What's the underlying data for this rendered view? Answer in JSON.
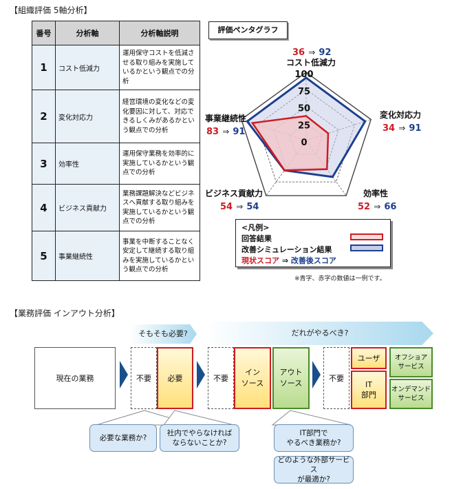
{
  "section1_title": "【組織評価 5軸分析】",
  "table": {
    "headers": [
      "番号",
      "分析軸",
      "分析軸説明"
    ],
    "rows": [
      {
        "num": "1",
        "name": "コスト低減力",
        "desc": "運用保守コストを低減させる取り組みを実施しているかという観点での分析"
      },
      {
        "num": "2",
        "name": "変化対応力",
        "desc": "経営環境の変化などの変化要因に対して、対応できるしくみがあるかという観点での分析"
      },
      {
        "num": "3",
        "name": "効率性",
        "desc": "運用保守業務を効率的に実施しているかという観点での分析"
      },
      {
        "num": "4",
        "name": "ビジネス貢献力",
        "desc": "業務課題解決などビジネスへ貢献する取り組みを実施しているかという観点での分析"
      },
      {
        "num": "5",
        "name": "事業継続性",
        "desc": "事業を中断することなく安定して継続する取り組みを実施しているかという観点での分析"
      }
    ]
  },
  "radar": {
    "title": "評価ペンタグラフ",
    "scale_labels": [
      "100",
      "75",
      "50",
      "25",
      "0"
    ],
    "axes": [
      {
        "name": "コスト低減力",
        "current": "36",
        "improved": "92"
      },
      {
        "name": "変化対応力",
        "current": "34",
        "improved": "91"
      },
      {
        "name": "効率性",
        "current": "52",
        "improved": "66"
      },
      {
        "name": "ビジネス貢献力",
        "current": "54",
        "improved": "54"
      },
      {
        "name": "事業継続性",
        "current": "83",
        "improved": "91"
      }
    ],
    "arrow": "⇒",
    "colors": {
      "current": "#cc1c24",
      "improved": "#1d3f8f",
      "current_fill": "#f3c4c6",
      "improved_fill": "#c6cde8"
    }
  },
  "chart_data": {
    "type": "radar",
    "title": "評価ペンタグラフ",
    "categories": [
      "コスト低減力",
      "変化対応力",
      "効率性",
      "ビジネス貢献力",
      "事業継続性"
    ],
    "range": [
      0,
      100
    ],
    "ticks": [
      0,
      25,
      50,
      75,
      100
    ],
    "series": [
      {
        "name": "回答結果",
        "values": [
          36,
          34,
          52,
          54,
          83
        ]
      },
      {
        "name": "改善シミュレーション結果",
        "values": [
          92,
          91,
          66,
          54,
          91
        ]
      }
    ]
  },
  "legend": {
    "title": "<凡例>",
    "item1": "回答結果",
    "item2": "改善シミュレーション結果",
    "current_label": "現状スコア",
    "arrow": "⇒",
    "improved_label": "改善後スコア"
  },
  "note": "※青字、赤字の数値は一例です。",
  "section2_title": "【業務評価 インアウト分析】",
  "flow": {
    "band1": "そもそも必要?",
    "band2": "だれがやるべき?",
    "current_work": "現在の業務",
    "unneeded": "不要",
    "needed": "必要",
    "insource": "イン\nソース",
    "outsource": "アウト\nソース",
    "user": "ユーザ",
    "it_dept": "IT\n部門",
    "offshore": "オフショア\nサービス",
    "ondemand": "オンデマンド\nサービス",
    "bubble1": "必要な業務か?",
    "bubble2": "社内でやらなければ\nならないことか?",
    "bubble3": "IT部門で\nやるべき業務か?",
    "bubble4": "どのような外部サービス\nが最適か?"
  }
}
